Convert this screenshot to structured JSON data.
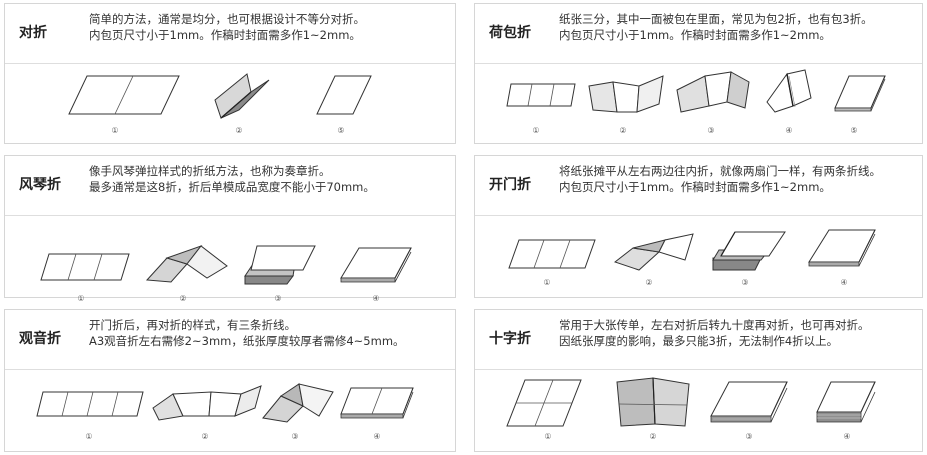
{
  "cards": [
    {
      "title": "对折",
      "lines": [
        "简单的方法，通常是均分，也可根据设计不等分对折。",
        "内包页尺寸小于1mm。作稿时封面需多作1~2mm。"
      ],
      "steps": [
        "①",
        "②",
        "⑤"
      ]
    },
    {
      "title": "荷包折",
      "lines": [
        "纸张三分，其中一面被包在里面，常见为包2折，也有包3折。",
        "内包页尺寸小于1mm。作稿时封面需多作1~2mm。"
      ],
      "steps": [
        "①",
        "②",
        "③",
        "④",
        "⑤"
      ]
    },
    {
      "title": "风琴折",
      "lines": [
        "像手风琴弹拉样式的折纸方法，也称为奏章折。",
        "最多通常是这8折，折后单模成品宽度不能小于70mm。"
      ],
      "steps": [
        "①",
        "②",
        "③",
        "④"
      ]
    },
    {
      "title": "开门折",
      "lines": [
        "将纸张摊平从左右两边往内折，就像两扇门一样，有两条折线。",
        "内包页尺寸小于1mm。作稿时封面需多作1~2mm。"
      ],
      "steps": [
        "①",
        "②",
        "③",
        "④"
      ]
    },
    {
      "title": "观音折",
      "lines": [
        "开门折后，再对折的样式，有三条折线。",
        "A3观音折左右需修2~3mm，纸张厚度较厚者需修4~5mm。"
      ],
      "steps": [
        "①",
        "②",
        "③",
        "④"
      ]
    },
    {
      "title": "十字折",
      "lines": [
        "常用于大张传单，左右对折后转九十度再对折，也可再对折。",
        "因纸张厚度的影响，最多只能3折，无法制作4折以上。"
      ],
      "steps": [
        "①",
        "②",
        "③",
        "④"
      ]
    }
  ]
}
